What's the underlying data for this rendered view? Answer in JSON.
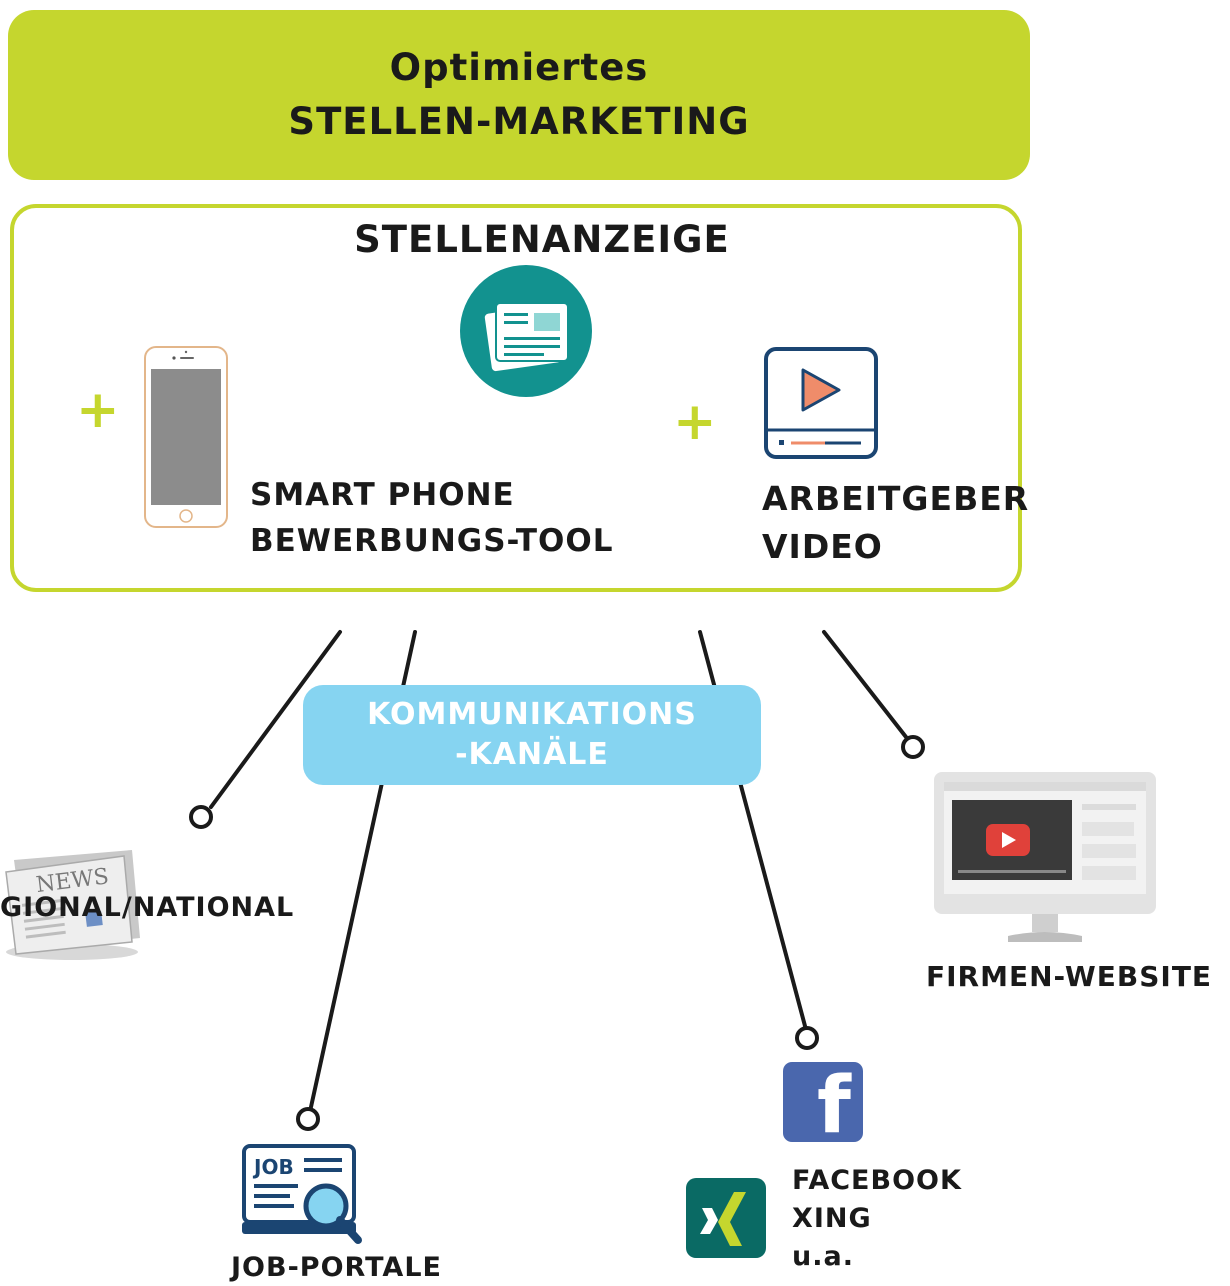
{
  "header": {
    "line1": "Optimiertes",
    "line2": "STELLEN-MARKETING"
  },
  "core": {
    "title": "STELLENANZEIGE",
    "smartphone": {
      "line1": "SMART PHONE",
      "line2": "BEWERBUNGS-TOOL"
    },
    "video": {
      "line1": "ARBEITGEBER",
      "line2": "VIDEO"
    },
    "plus": "+"
  },
  "hub": {
    "line1": "KOMMUNIKATIONS",
    "line2": "-KANÄLE"
  },
  "channels": {
    "print": "GIONAL/NATIONAL",
    "jobportal": "JOB-PORTALE",
    "social": {
      "line1": "FACEBOOK",
      "line2": "XING",
      "line3": "u.a."
    },
    "website": "FIRMEN-WEBSITE"
  },
  "icon_text": {
    "news": "NEWS",
    "job": "JOB",
    "facebook": "f"
  },
  "colors": {
    "lime": "#c5d62e",
    "sky": "#86d4f1",
    "teal": "#12928f",
    "navy": "#1b4572",
    "salmon": "#ef8c6a",
    "youtube_red": "#e0413a",
    "facebook_blue": "#4a67ad",
    "xing_teal": "#0a6a64",
    "xing_lime": "#c5d62e"
  },
  "icons": [
    "newspaper-icon",
    "smartphone-icon",
    "video-player-icon",
    "news-paper-icon",
    "job-search-icon",
    "facebook-icon",
    "xing-icon",
    "monitor-video-icon"
  ]
}
